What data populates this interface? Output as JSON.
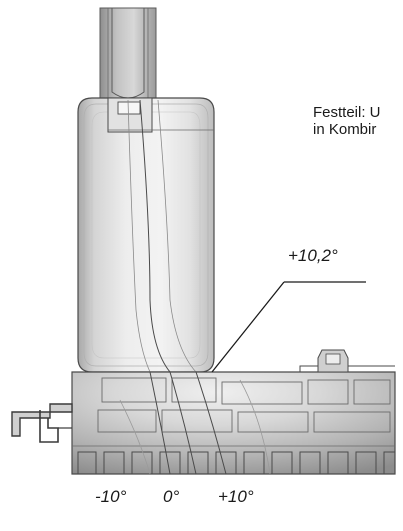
{
  "annotation": {
    "line1": "Festteil: U",
    "line2": "in Kombir"
  },
  "callout_angle": "+10,2°",
  "scale_labels": {
    "left": "-10°",
    "mid": "0°",
    "right": "+10°"
  },
  "colors": {
    "outline": "#4a4a4a",
    "thermal_light": "#f2f2f2",
    "thermal_dark": "#8c8c8c"
  }
}
